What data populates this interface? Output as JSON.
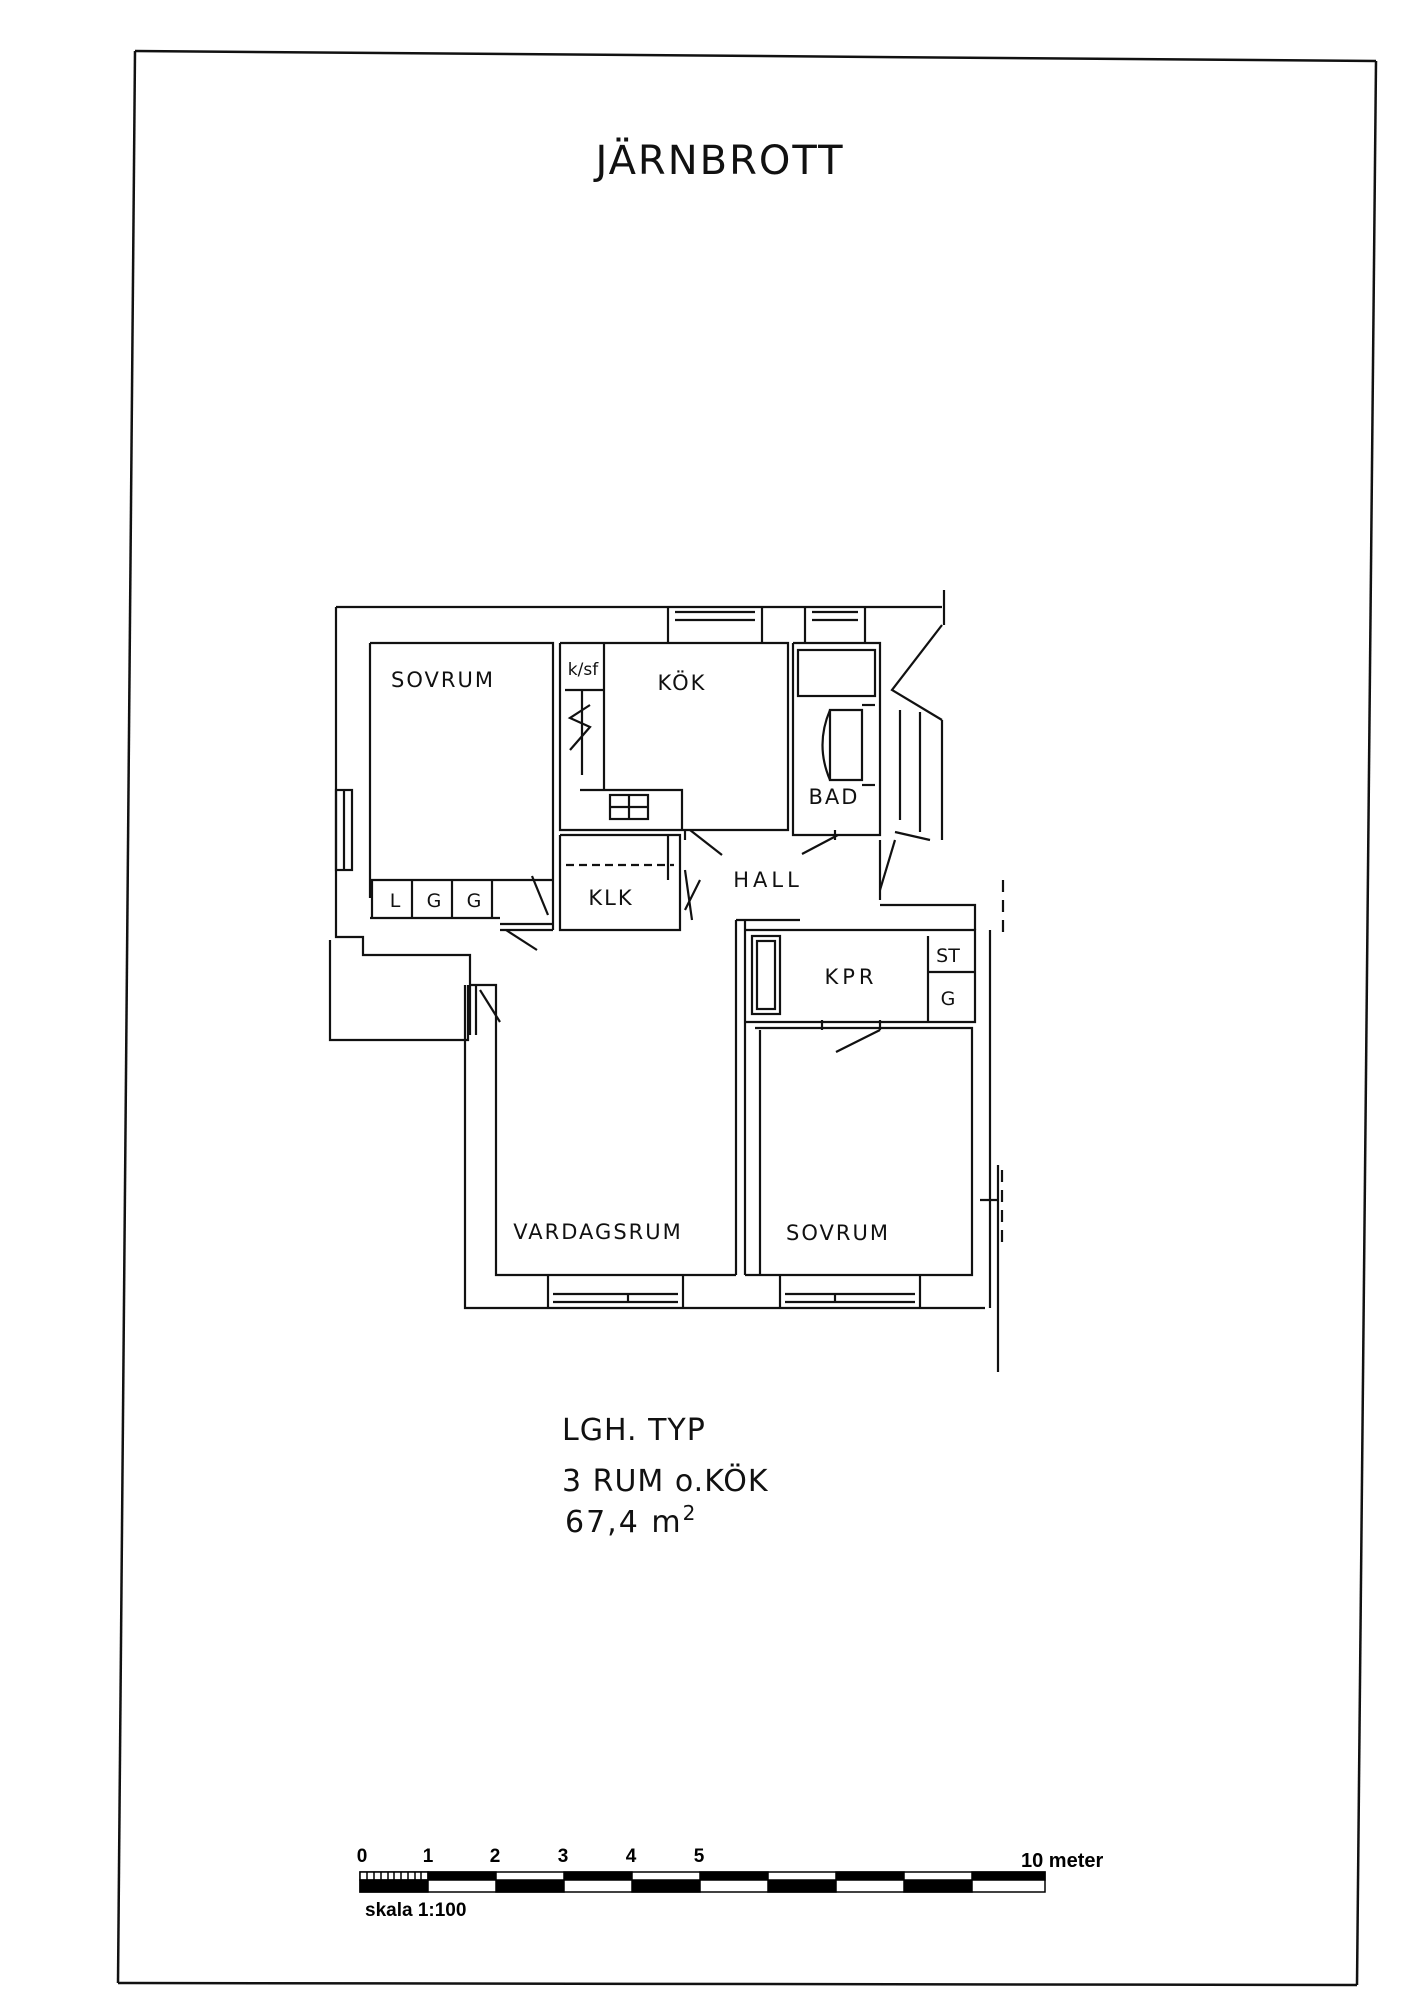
{
  "title": "JÄRNBROTT",
  "rooms": {
    "sovrum_1": "SOVRUM",
    "kok": "KÖK",
    "ksf": "k/sf",
    "bad": "BAD",
    "hall": "HALL",
    "klk": "KLK",
    "l": "L",
    "g1": "G",
    "g2": "G",
    "kpr": "KPR",
    "st": "ST",
    "g3": "G",
    "vardagsrum": "VARDAGSRUM",
    "sovrum_2": "SOVRUM"
  },
  "info": {
    "type": "LGH. TYP",
    "rooms": "3 RUM o.KÖK",
    "area_value": "67,4 m",
    "area_sup": "2"
  },
  "scale": {
    "ticks": [
      "0",
      "1",
      "2",
      "3",
      "4",
      "5"
    ],
    "end_label": "10 meter",
    "caption": "skala 1:100"
  }
}
